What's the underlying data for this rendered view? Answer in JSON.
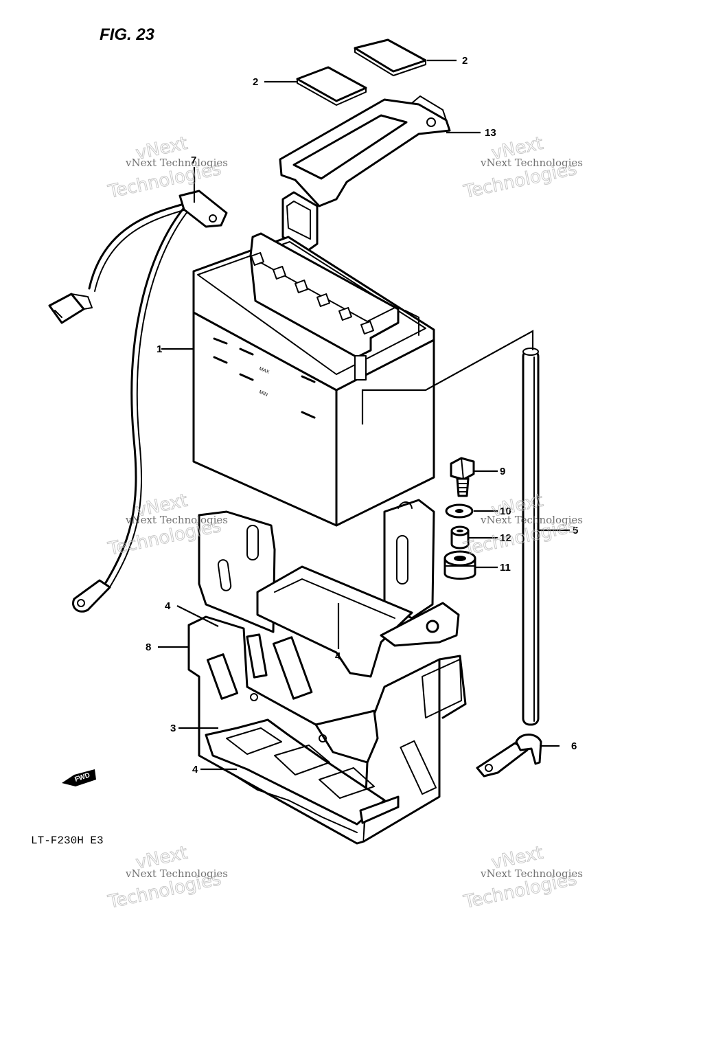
{
  "figure": {
    "title": "FIG. 23",
    "model": "LT-F230H E3"
  },
  "callouts": [
    {
      "id": "c1",
      "label": "1"
    },
    {
      "id": "c2a",
      "label": "2"
    },
    {
      "id": "c2b",
      "label": "2"
    },
    {
      "id": "c3",
      "label": "3"
    },
    {
      "id": "c4a",
      "label": "4"
    },
    {
      "id": "c4b",
      "label": "4"
    },
    {
      "id": "c4c",
      "label": "4"
    },
    {
      "id": "c5",
      "label": "5"
    },
    {
      "id": "c6",
      "label": "6"
    },
    {
      "id": "c7",
      "label": "7"
    },
    {
      "id": "c8",
      "label": "8"
    },
    {
      "id": "c9",
      "label": "9"
    },
    {
      "id": "c10",
      "label": "10"
    },
    {
      "id": "c11",
      "label": "11"
    },
    {
      "id": "c12",
      "label": "12"
    },
    {
      "id": "c13",
      "label": "13"
    }
  ],
  "watermark": {
    "line1": "vNext Technologies",
    "line2": "vNext",
    "line3": "Technologies"
  },
  "forward_marker": {
    "label": "FWD"
  },
  "battery_marks": {
    "max": "MAX",
    "min": "MIN"
  },
  "colors": {
    "ink": "#000000",
    "paper": "#ffffff",
    "watermark": "#bbbbbb"
  }
}
